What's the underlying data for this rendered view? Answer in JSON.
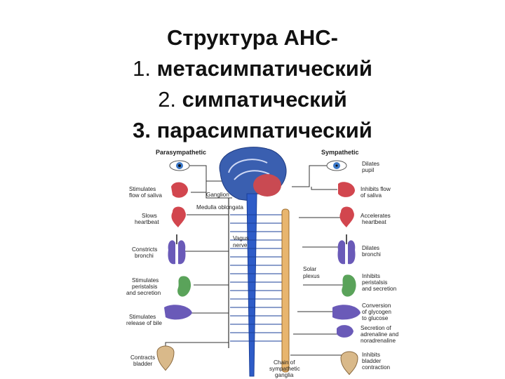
{
  "title": {
    "line1": "Структура АНС-",
    "line2_num": "1.",
    "line2_text": "метасимпатический",
    "line3_num": "2.",
    "line3_text": "симпатический",
    "line4": "3. парасимпатический"
  },
  "diagram": {
    "parasympathetic_header": "Parasympathetic",
    "sympathetic_header": "Sympathetic",
    "ganglion": "Ganglion",
    "medulla": "Medulla oblongata",
    "vagus_1": "Vagus",
    "vagus_2": "nerve",
    "solar_1": "Solar",
    "solar_2": "plexus",
    "chain_1": "Chain of",
    "chain_2": "sympathetic",
    "chain_3": "ganglia",
    "left_labels": [
      [
        "Stimulates",
        "flow of saliva"
      ],
      [
        "Slows",
        "heartbeat"
      ],
      [
        "Constricts",
        "bronchi"
      ],
      [
        "Stimulates",
        "peristalsis",
        "and secretion"
      ],
      [
        "Stimulates",
        "release of bile"
      ],
      [
        "Contracts",
        "bladder"
      ]
    ],
    "right_labels": [
      [
        "Dilates",
        "pupil"
      ],
      [
        "Inhibits flow",
        "of saliva"
      ],
      [
        "Accelerates",
        "heartbeat"
      ],
      [
        "Dilates",
        "bronchi"
      ],
      [
        "Inhibits",
        "peristalsis",
        "and secretion"
      ],
      [
        "Conversion",
        "of glycogen",
        "to glucose"
      ],
      [
        "Secretion of",
        "adrenaline and",
        "noradrenaline"
      ],
      [
        "Inhibits",
        "bladder",
        "contraction"
      ]
    ],
    "colors": {
      "brain": "#3a5fb0",
      "cord": "#2e5cc8",
      "chain": "#e8b56e",
      "organ_red": "#d2464e",
      "organ_green": "#5aa35a",
      "organ_purple": "#6a5ab8",
      "organ_tan": "#d9b98a",
      "nerve_line": "#333333"
    }
  }
}
